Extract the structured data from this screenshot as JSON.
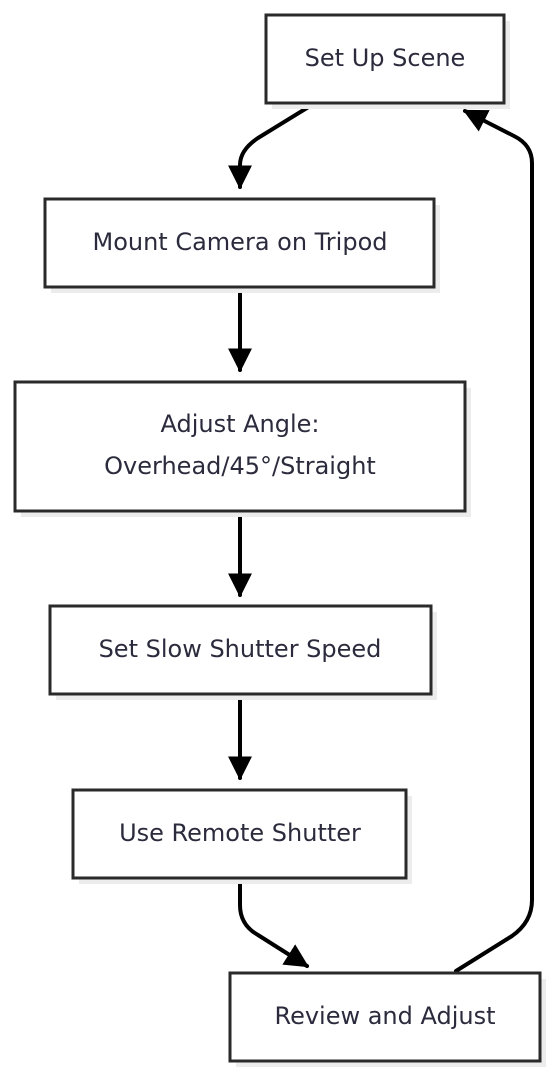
{
  "nodes": [
    {
      "id": "set-up-scene",
      "lines": [
        "Set Up Scene"
      ]
    },
    {
      "id": "mount-camera",
      "lines": [
        "Mount Camera on Tripod"
      ]
    },
    {
      "id": "adjust-angle",
      "lines": [
        "Adjust Angle:",
        "Overhead/45°/Straight"
      ]
    },
    {
      "id": "slow-shutter",
      "lines": [
        "Set Slow Shutter Speed"
      ]
    },
    {
      "id": "remote-shutter",
      "lines": [
        "Use Remote Shutter"
      ]
    },
    {
      "id": "review-adjust",
      "lines": [
        "Review and Adjust"
      ]
    }
  ],
  "edges": [
    {
      "from": "set-up-scene",
      "to": "mount-camera"
    },
    {
      "from": "mount-camera",
      "to": "adjust-angle"
    },
    {
      "from": "adjust-angle",
      "to": "slow-shutter"
    },
    {
      "from": "slow-shutter",
      "to": "remote-shutter"
    },
    {
      "from": "remote-shutter",
      "to": "review-adjust"
    },
    {
      "from": "review-adjust",
      "to": "set-up-scene"
    }
  ],
  "colors": {
    "box_stroke": "#2a2a2a",
    "text": "#2b2b3d",
    "edge": "#000000",
    "shadow": "#ececec"
  }
}
